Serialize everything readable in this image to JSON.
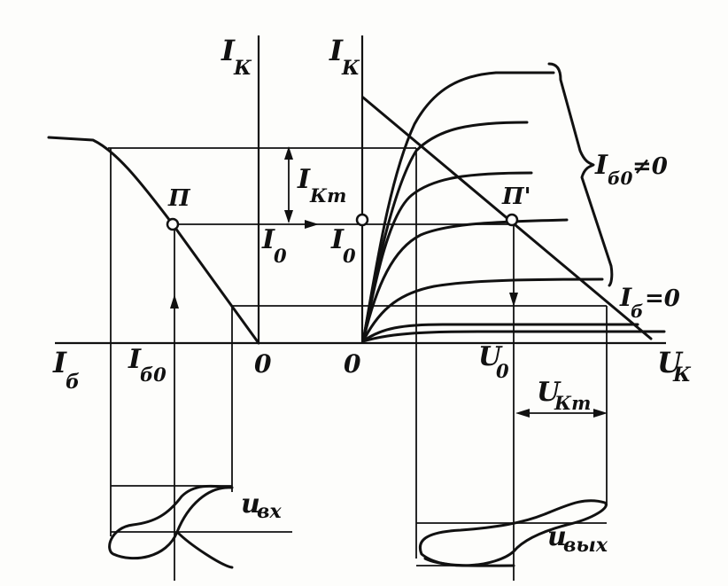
{
  "labels": {
    "ik_left": "I",
    "ik_left_sub": "К",
    "ik_right": "I",
    "ik_right_sub": "К",
    "ikm": "I",
    "ikm_sub": "Кm",
    "i0_left": "I",
    "i0_left_sub": "0",
    "i0_right": "I",
    "i0_right_sub": "0",
    "p_left": "П",
    "p_right": "П'",
    "ib_axis": "I",
    "ib_axis_sub": "б",
    "ib0": "I",
    "ib0_sub": "б0",
    "zero_left": "0",
    "zero_right": "0",
    "u0": "U",
    "u0_sub": "0",
    "uk_axis": "U",
    "uk_axis_sub": "К",
    "ukm": "U",
    "ukm_sub": "Кm",
    "ib0_ne0": "I",
    "ib0_ne0_sub": "б0",
    "ne0": "≠0",
    "ib_eq0": "I",
    "ib_eq0_sub": "б",
    "eq0": "=0",
    "u_in": "u",
    "u_in_sub": "вх",
    "u_out": "u",
    "u_out_sub": "вых"
  }
}
